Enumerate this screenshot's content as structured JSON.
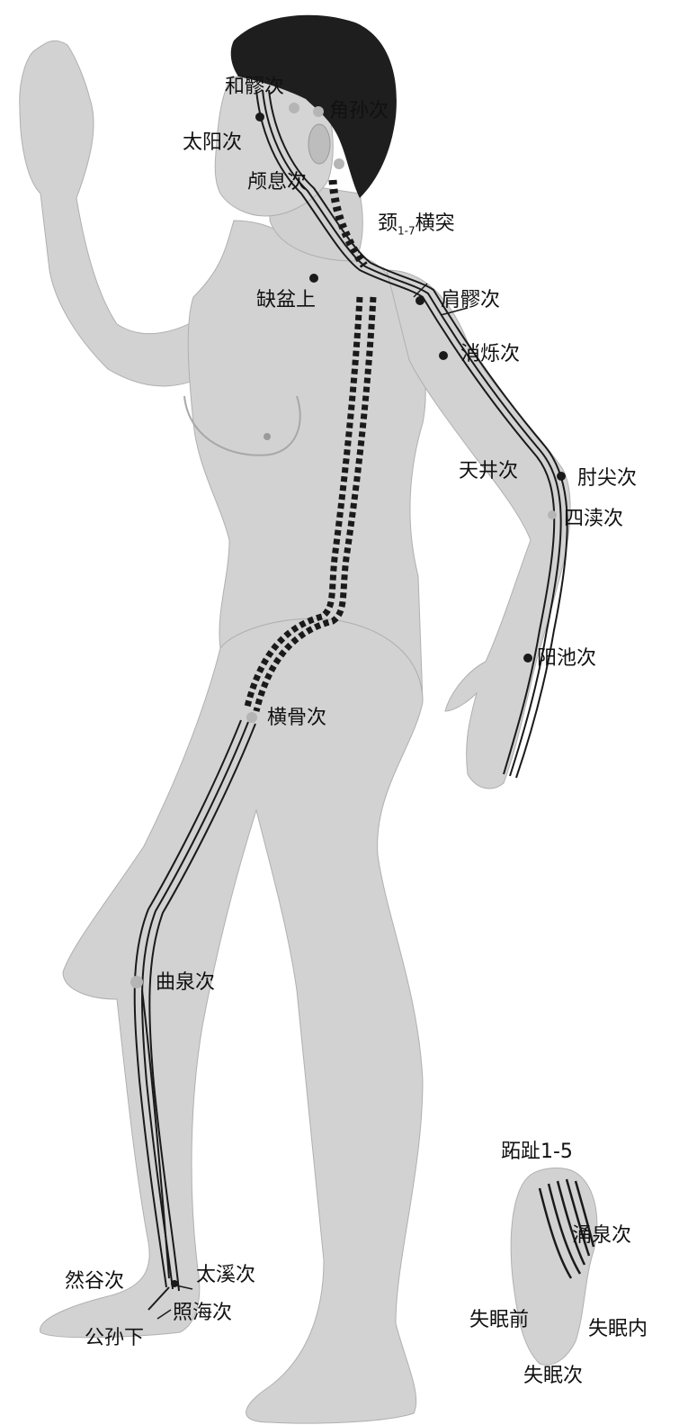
{
  "colors": {
    "skin": "#d2d2d2",
    "skin_dark": "#a8a8a8",
    "hair": "#1e1e1e",
    "meridian": "#1a1a1a",
    "point": "#1a1a1a",
    "point_light": "#b5b5b5",
    "text": "#111111"
  },
  "points": {
    "he_liao_ci": "和髎次",
    "jiao_sun_ci": "角孙次",
    "tai_yang_ci": "太阳次",
    "lu_xi_ci": "颅息次",
    "jing_heng_tu_prefix": "颈",
    "jing_heng_tu_sub": "1-7",
    "jing_heng_tu_suffix": "横突",
    "que_pen_shang": "缺盆上",
    "jian_liao_ci": "肩髎次",
    "xiao_luo_ci": "消烁次",
    "tian_jing_ci": "天井次",
    "zhou_jian_ci": "肘尖次",
    "si_du_ci": "四渎次",
    "yang_chi_ci": "阳池次",
    "heng_gu_ci": "横骨次",
    "qu_quan_ci": "曲泉次",
    "ran_gu_ci": "然谷次",
    "tai_xi_ci": "太溪次",
    "zhao_hai_ci": "照海次",
    "gong_sun_xia": "公孙下",
    "zhi_zhi": "跖趾1-5",
    "yong_quan_ci": "涌泉次",
    "shi_mian_qian": "失眠前",
    "shi_mian_nei": "失眠内",
    "shi_mian_ci": "失眠次"
  }
}
